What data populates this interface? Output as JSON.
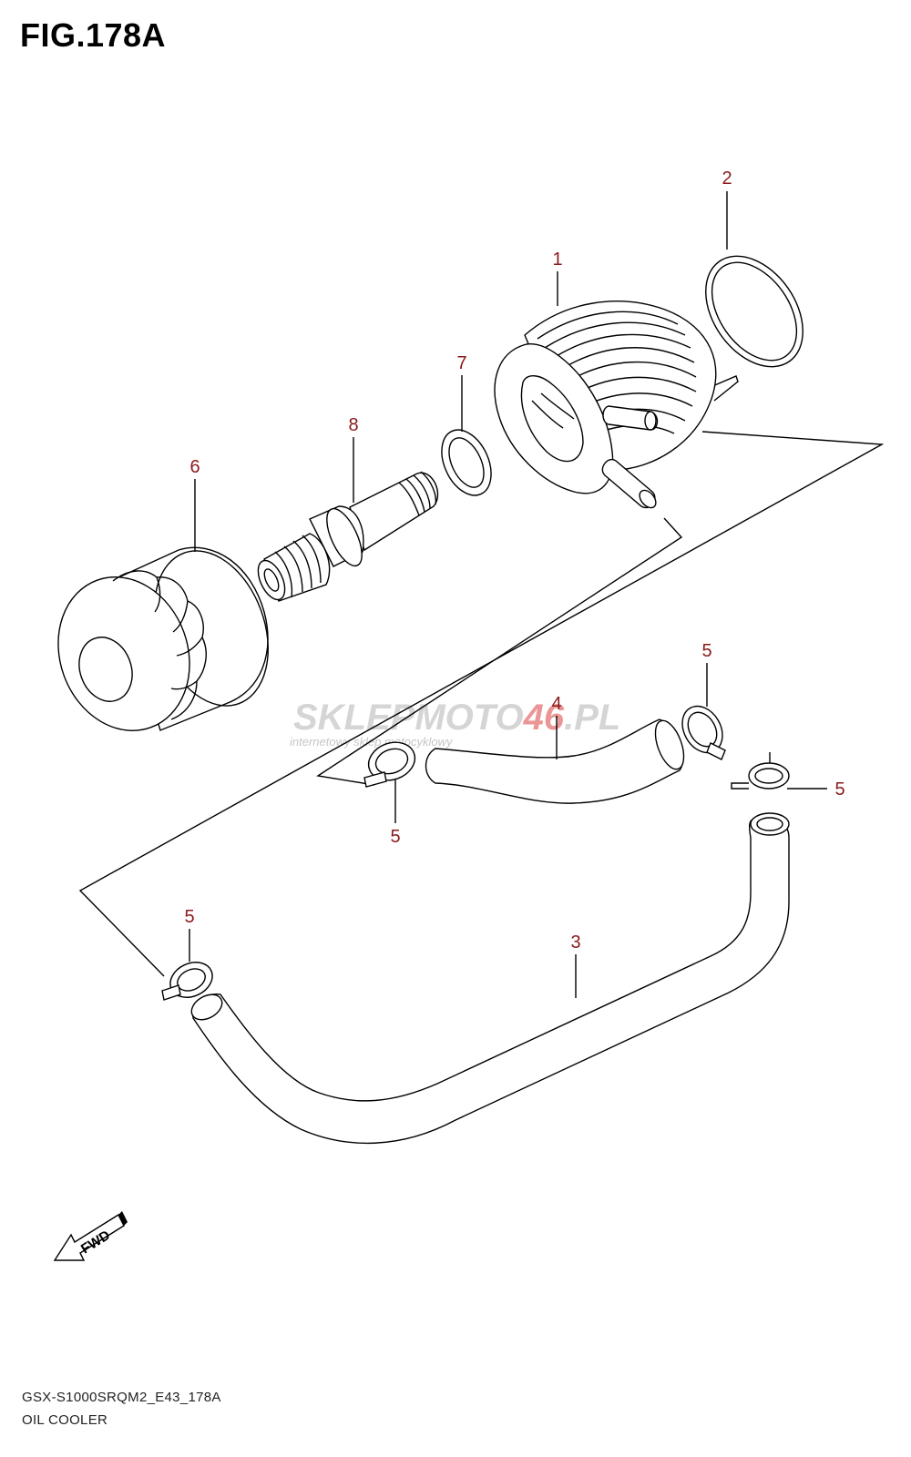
{
  "figure": {
    "title": "FIG.178A"
  },
  "callouts": {
    "p1": "1",
    "p2": "2",
    "p3": "3",
    "p4": "4",
    "p5a": "5",
    "p5b": "5",
    "p5c": "5",
    "p5d": "5",
    "p6": "6",
    "p7": "7",
    "p8": "8"
  },
  "watermark": {
    "main_left": "SKLEPMOTO",
    "main_accent": "46",
    "main_right": ".PL",
    "tagline": "internetowy sklep motocyklowy"
  },
  "fwd_label": "FWD",
  "footer": {
    "model_code": "GSX-S1000SRQM2_E43_178A",
    "caption": "OIL COOLER"
  },
  "colors": {
    "callout": "#8b1a1a",
    "watermark_accent": "#e57373",
    "line": "#000000"
  }
}
